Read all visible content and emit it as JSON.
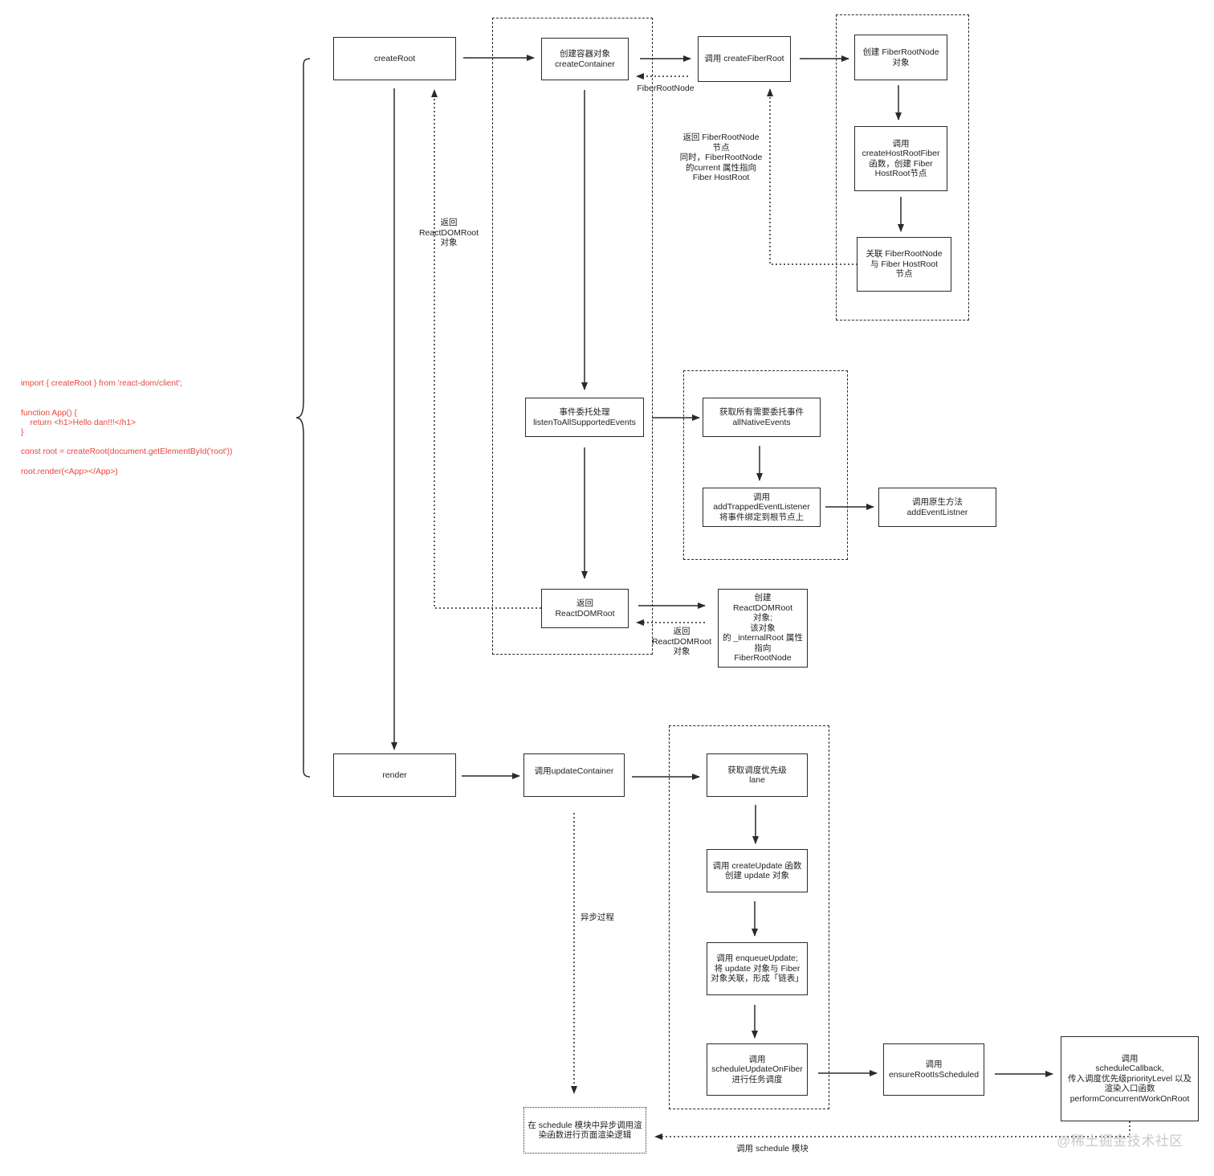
{
  "nodes": {
    "createRoot": "createRoot",
    "createContainer": "创建容器对象\ncreateContainer",
    "createFiberRoot": "调用 createFiberRoot",
    "createFiberRootNode": "创建 FiberRootNode\n对象",
    "createHostRootFiber": "调用\ncreateHostRootFiber\n函数，创建 Fiber\nHostRoot节点",
    "linkFiberRoot": "关联 FiberRootNode\n与 Fiber HostRoot\n节点",
    "listenEvents": "事件委托处理\nlistenToAllSupportedEvents",
    "allNativeEvents": "获取所有需要委托事件\nallNativeEvents",
    "addTrappedListener": "调用\naddTrappedEventListener\n将事件绑定到根节点上",
    "addEventListner": "调用原生方法\naddEventListner",
    "returnReactDOMRoot": "返回\nReactDOMRoot",
    "createReactDOMRoot": "创建\nReactDOMRoot\n对象;\n该对象\n的 _internalRoot 属性\n指向\nFiberRootNode",
    "render": "render",
    "updateContainer": "调用updateContainer",
    "getLane": "获取调度优先级\nlane",
    "createUpdate": "调用 createUpdate 函数\n创建 update 对象",
    "enqueueUpdate": "调用 enqueueUpdate;\n将 update 对象与 Fiber\n对象关联，形成「链表」",
    "scheduleUpdateOnFiber": "调用\nscheduleUpdateOnFiber\n进行任务调度",
    "ensureRootIsScheduled": "调用\nensureRootIsScheduled",
    "scheduleCallback": "调用\nscheduleCallback,\n传入调度优先级priorityLevel 以及\n渲染入口函数\nperformConcurrentWorkOnRoot",
    "scheduleAsync": "在 schedule 模块中异步调用渲\n染函数进行页面渲染逻辑"
  },
  "labels": {
    "fiberRootNode": "FiberRootNode",
    "returnFiberRootNode": "返回 FiberRootNode\n节点\n同时，FiberRootNode\n的current 属性指向\nFiber HostRoot",
    "returnReactDOMRootObj": "返回\nReactDOMRoot\n对象",
    "returnReactDOMRootObj2": "返回\nReactDOMRoot\n对象",
    "asyncProcess": "异步过程",
    "callSchedule": "调用 schedule 模块"
  },
  "code": "import { createRoot } from 'react-dom/client';\n\n\nfunction App() {\n    return <h1>Hello dan!!!</h1>\n}\n\nconst root = createRoot(document.getElementById('root'))\n\nroot.render(<App></App>)",
  "watermark": "@稀土掘金技术社区",
  "colors": {
    "code": "#e8453c",
    "stroke": "#2a2a2a",
    "watermark": "#c9c9c9"
  }
}
